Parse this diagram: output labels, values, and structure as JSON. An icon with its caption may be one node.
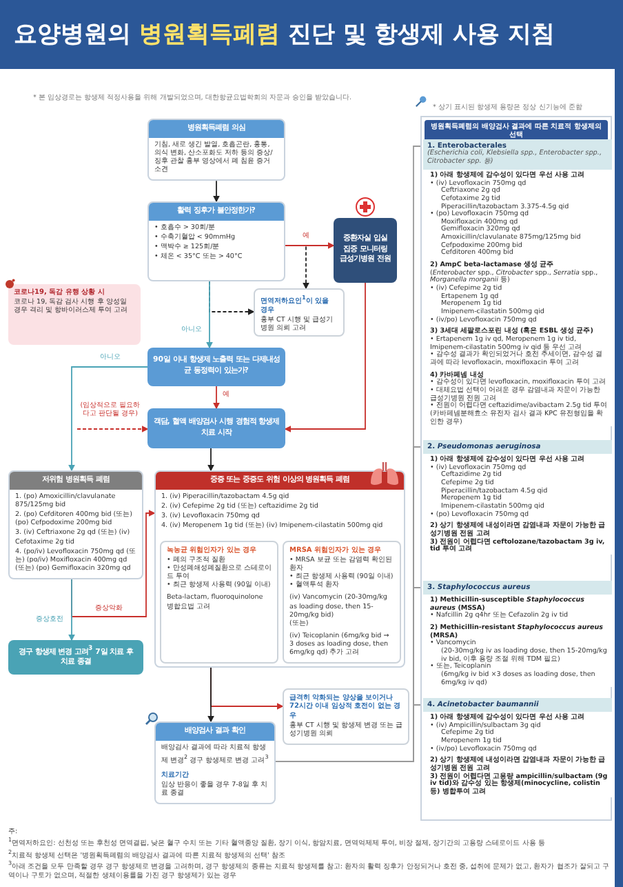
{
  "diagram": {
    "title": "요양병원의 **병원획득폐렴** 진단 및 항생제 사용 지침",
    "nodes": [
      {
        "text": [
          "병원획득폐렴 의심",
          "기침, 새로 생긴 발열, 호흡곤란, 흉통, 의식 변화, 산소포화도 저하 등의 증상/징후 관찰 흉부 영상에서 폐 침윤 증거 소견"
        ]
      },
      {
        "text": [
          "활력 징후가 불안정한가?",
          "• 호흡수 > 30회/분",
          "• 수축기혈압 < 90mmHg",
          "• 맥박수 ≥ 125회/분",
          "• 체온 < 35°C 또는 > 40°C"
        ]
      },
      {
        "text": [
          "중환자실 입실 집중 모니터링 급성기병원 전원"
        ]
      },
      {
        "text": [
          "코로나19, 독감 유행 상황 시",
          "코로나 19, 독감 검사 시행 후 양성일 경우 격리 및 항바이러스제 투여 고려"
        ]
      },
      {
        "text": [
          "면역저하요인$^{1}$이 있을 경우",
          "흉부 CT 시행 및 급성기병원 의뢰 고려"
        ]
      },
      {
        "text": [
          "90일 이내 항생제 노출력 또는 다제내성균 동정력이 있는가?"
        ]
      },
      {
        "text": [
          "객담, 혈액 배양검사 시행 경험적 항생제 치료 시작"
        ]
      },
      {
        "text": [
          "저위험 병원획득 폐렴",
          "1. (po) Amoxicillin/clavulanate 875/125mg bid",
          "2. (po) Cefditoren 400mg bid (또는) (po) Cefpodoxime 200mg bid",
          "3. (iv) Ceftriaxone 2g qd (또는) (iv) Cefotaxime 2g tid",
          "4. (po/iv) Levofloxacin 750mg qd (또는) (po/iv) Moxifloxacin 400mg qd (또는) (po) Gemifloxacin 320mg qd"
        ]
      },
      {
        "text": [
          "중증 또는 중증도 위험 이상의 병원획득 폐렴",
          "1. (iv) Piperacillin/tazobactam 4.5g qid",
          "2. (iv) Cefepime 2g tid (또는) ceftazidime 2g tid",
          "3. (iv) Levofloxacin 750mg qd",
          "4. (iv) Meropenem 1g tid (또는) (iv) Imipenem-cilastatin 500mg qid"
        ]
      },
      {
        "text": [
          "녹농균 위험인자가 있는 경우",
          "• 폐의 구조적 질환",
          "• 만성폐쇄성폐질환으로 스테로이드 투여",
          "• 최근 항생제 사용력 (90일 이내)",
          "Beta-lactam, fluoroquinolone 병합요법 고려"
        ],
        "in": 8
      },
      {
        "text": [
          "MRSA 위험인자가 있는 경우",
          "• MRSA 보균 또는 감염력 확인된 환자",
          "• 최근 항생제 사용력 (90일 이내)",
          "• 혈액투석 환자",
          "(iv) Vancomycin (20-30mg/kg as loading dose, then 15-20mg/kg bid)",
          "(또는)",
          "(iv) Teicoplanin (6mg/kg bid → 3 doses as loading dose, then 6mg/kg qd) 추가 고려"
        ],
        "in": 8
      },
      {
        "text": [
          "경구 항생제 변경 고려$^{3}$ 7일 치료 후 치료 종결"
        ]
      },
      {
        "text": [
          "배양검사 결과 확인",
          "배양검사 결과에 따라 치료적 항생제 변경$^{2}$ 경구 항생제로 변경 고려$^{3}$",
          "치료기간",
          "임상 반응이 좋을 경우 7-8일 후 치료 종결"
        ]
      },
      {
        "text": [
          "급격히 악화되는 양상을 보이거나 72시간 이내 임상적 호전이 없는 경우",
          "흉부 CT 시행 및 항생제 변경 또는 급성기병원 의뢰"
        ]
      },
      {
        "text": [
          "* 상기 표시된 항생제 용량은 정상 신기능에 준함",
          "병원획득폐렴의 배양검사 결과에 따른 치료적 항생제의 선택"
        ]
      },
      {
        "text": [
          "1. Enterobacterales",
          "(*Escherichia coli*, *Klebsiella* spp., *Enterobacter* spp., *Citrobacter* spp. 등)",
          "1) 아래 항생제에 감수성이 있다면 우선 사용 고려",
          "• (iv) Levofloxacin 750mg qd",
          "Ceftriaxone 2g qd",
          "Cefotaxime 2g tid",
          "Piperacillin/tazobactam 3.375-4.5g qid",
          "• (po) Levofloxacin 750mg qd",
          "Moxifloxacin 400mg qd",
          "Gemifloxacin 320mg qd",
          "Amoxicillin/clavulanate 875mg/125mg bid",
          "Cefpodoxime 200mg bid",
          "Cefditoren 400mg bid",
          "2) AmpC beta-lactamase 생성 균주",
          "(*Enterobacter* spp., *Citrobacter* spp., *Serratia* spp., *Morganella morganii* 등)",
          "• (iv) Cefepime 2g tid",
          "Ertapenem 1g qd",
          "Meropenem 1g tid",
          "Imipenem-cilastatin 500mg qid",
          "• (iv/po) Levofloxacin 750mg qd",
          "3) 3세대 세팔로스포린 내성 (혹은 ESBL 생성 균주)",
          "• Ertapenem 1g iv qd, Meropenem 1g iv tid, Imipenem-cilastatin 500mg iv qid 등 우선 고려",
          "• 감수성 결과가 확인되었거나 호전 추세이면, 감수성 결과에 따라 levofloxacin, moxifloxacin 투여 고려",
          "4) 카바페넴 내성",
          "• 감수성이 있다면 levofloxacin, moxifloxacin 투여 고려",
          "• 대체요법 선택이 어려운 경우 감염내과 자문이 가능한 급성기병원 전원 고려",
          "• 전원이 어렵다면 ceftazidime/avibactam 2.5g tid 투여 (카바페넴분해효소 유전자 검사 결과 KPC 유전형임을 확인한 경우)"
        ],
        "in": 14
      },
      {
        "text": [
          "2. *Pseudomonas aeruginosa*",
          "1) 아래 항생제에 감수성이 있다면 우선 사용 고려",
          "• (iv) Levofloxacin 750mg qd",
          "Ceftazidime 2g tid",
          "Cefepime 2g tid",
          "Piperacillin/tazobactam 4.5g qid",
          "Meropenem 1g tid",
          "Imipenem-cilastatin 500mg qid",
          "• (po) Levofloxacin 750mg qd",
          "2) 상기 항생제에 내성이라면 감염내과 자문이 가능한 급성기병원 전원 고려",
          "3) 전원이 어렵다면 ceftolozane/tazobactam 3g iv, tid 투여 고려"
        ],
        "in": 14
      },
      {
        "text": [
          "3. *Staphylococcus aureus*",
          "1) Methicillin-susceptible *Staphylococcus aureus* (MSSA)",
          "• Nafcillin 2g q4hr 또는 Cefazolin 2g iv tid",
          "2) Methicillin-resistant *Staphylococcus aureus* (MRSA)",
          "• Vancomycin",
          "(20-30mg/kg iv as loading dose, then 15-20mg/kg iv bid, 이후 용량 조절 위해 TDM 필요)",
          "• 또는, Teicoplanin",
          "(6mg/kg iv bid ×3 doses as loading dose, then 6mg/kg iv qd)"
        ],
        "in": 14
      },
      {
        "text": [
          "4. *Acinetobacter baumannii*",
          "1) 아래 항생제에 감수성이 있다면 우선 사용 고려",
          "• (iv) Ampicillin/sulbactam 3g qid",
          "Cefepime 2g tid",
          "Meropenem 1g tid",
          "• (iv/po) Levofloxacin 750mg qd",
          "2) 상기 항생제에 내성이라면 감염내과 자문이 가능한 급성기병원 전원 고려",
          "3) 전원이 어렵다면 고용량 ampicillin/sulbactam (9g iv tid)와 감수성 있는 항생제(minocycline, colistin 등) 병합투여 고려"
        ],
        "in": 14
      }
    ],
    "edges": [
      {
        "from": 0,
        "to": 1,
        "arrow": "to",
        "color": "#222222"
      },
      {
        "from": 1,
        "to": 2,
        "arrow": "to",
        "label": "예"
      },
      {
        "from": 1,
        "to": 4,
        "arrow": "to",
        "style": "dashed",
        "color": "#222222"
      },
      {
        "from": 1,
        "to": 5,
        "arrow": "to",
        "label": "아니오",
        "color": "#4aa3b5"
      },
      {
        "from": 1,
        "to": 4,
        "arrow": "to",
        "style": "dashed",
        "color": "#222222"
      },
      {
        "from": 2,
        "to": 6,
        "arrow": "to"
      },
      {
        "from": 5,
        "to": 6,
        "arrow": "to",
        "label": "예"
      },
      {
        "from": 5,
        "to": 7,
        "arrow": "to",
        "label": "아니오",
        "color": "#4aa3b5"
      },
      {
        "from": null,
        "to": 6,
        "arrow": "to",
        "label": "(임상적으로 필요하다고 판단될 경우)",
        "style": "dashed"
      },
      {
        "from": 6,
        "to": 8,
        "arrow": "to",
        "color": "#222222"
      },
      {
        "from": 7,
        "to": 11,
        "arrow": "to",
        "label": "증상호전",
        "color": "#4aa3b5"
      },
      {
        "from": 7,
        "to": 8,
        "arrow": "to",
        "label": "증상악화"
      },
      {
        "from": 8,
        "to": 12,
        "arrow": "to",
        "color": "#222222"
      },
      {
        "from": 8,
        "to": 13,
        "arrow": "to"
      },
      {
        "from": 12,
        "to": 15,
        "arrow": "none",
        "color": "#999999"
      },
      {
        "from": 12,
        "to": 16,
        "arrow": "none",
        "color": "#999999"
      },
      {
        "from": 12,
        "to": 17,
        "arrow": "none",
        "color": "#999999"
      },
      {
        "from": 12,
        "to": 18,
        "arrow": "none",
        "color": "#999999"
      }
    ],
    "labels": [
      "* 본 임상경로는 항생제 적정사용을 위해 개발되었으며, 대한항균요법학회의 자문과 승인을 받았습니다.",
      "주:",
      "$^{1}$면역저하요인: 선천성 또는 후천성 면역결핍, 낮은 혈구 수치 또는 기타 혈액종양 질환, 장기 이식, 항암치료, 면역억제제 투여, 비장 절제, 장기간의 고용량 스테로이드 사용 등",
      "$^{2}$치료적 항생제 선택은 '병원획득폐렴의 배양검사 결과에 따른 치료적 항생제의 선택' 참조",
      "$^{3}$아래 조건을 모두 만족할 경우 경구 항생제로 변경을 고려하며, 경구 항생제의 종류는 치료적 항생제를 참고: 환자의 활력 징후가 안정되거나 호전 중, 섭취에 문제가 없고, 환자가 협조가 잘되고 구역이나 구토가 없으며, 적절한 생체이용률을 가진 경구 항생제가 있는 경우"
    ]
  }
}
